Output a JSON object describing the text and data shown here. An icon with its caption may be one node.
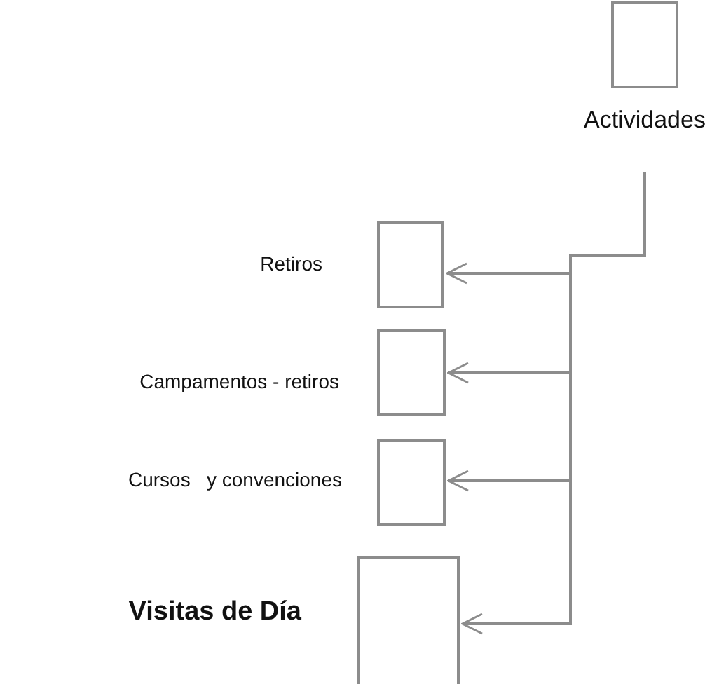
{
  "diagram": {
    "nodes": [
      {
        "text": [
          "Actividades"
        ]
      },
      {
        "text": [
          "Retiros"
        ]
      },
      {
        "text": [
          "Campamentos - retiros"
        ]
      },
      {
        "text": [
          "Cursos   y convenciones"
        ]
      },
      {
        "text": [
          "Visitas de Día"
        ]
      }
    ],
    "edges": [
      {
        "from": 0,
        "to": 1,
        "arrow": "to"
      },
      {
        "from": 0,
        "to": 2,
        "arrow": "to"
      },
      {
        "from": 0,
        "to": 3,
        "arrow": "to"
      },
      {
        "from": 0,
        "to": 4,
        "arrow": "to"
      }
    ]
  }
}
